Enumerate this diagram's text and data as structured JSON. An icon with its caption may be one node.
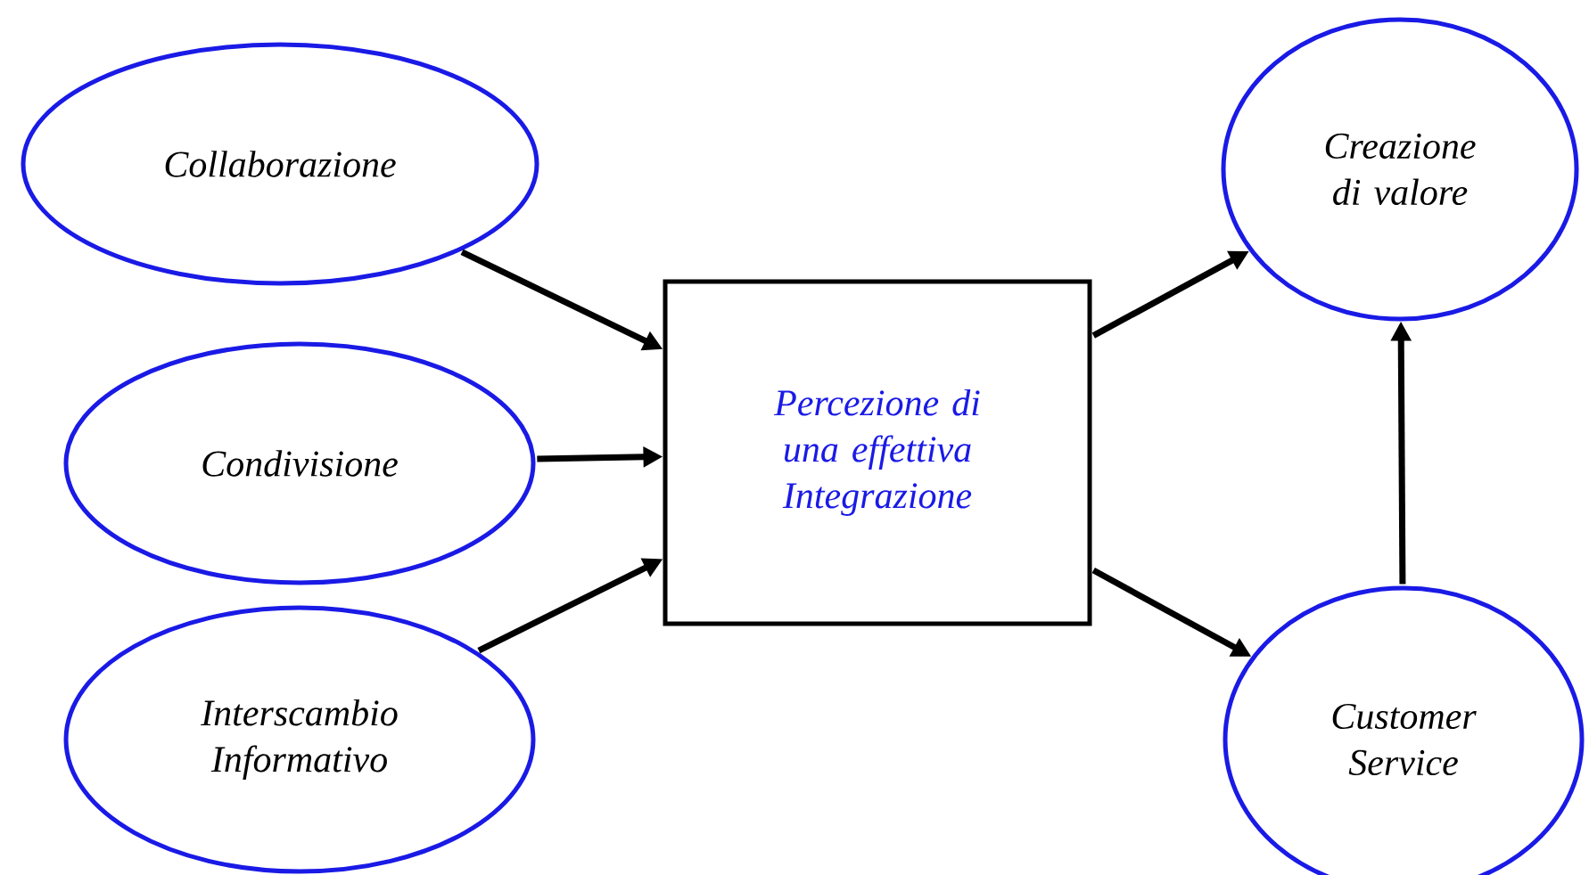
{
  "diagram": {
    "nodes": [
      {
        "text": [
          "Collaborazione"
        ]
      },
      {
        "text": [
          "Condivisione"
        ]
      },
      {
        "text": [
          "Interscambio Informativo"
        ]
      },
      {
        "text": [
          "Percezione di una effettiva Integrazione"
        ]
      },
      {
        "text": [
          "Creazione di valore"
        ]
      },
      {
        "text": [
          "Customer Service"
        ]
      }
    ],
    "edges": [
      {
        "from": 0,
        "to": 3,
        "arrow": "to"
      },
      {
        "from": 1,
        "to": 3,
        "arrow": "to"
      },
      {
        "from": 2,
        "to": 3,
        "arrow": "to"
      },
      {
        "from": 3,
        "to": 4,
        "arrow": "to"
      },
      {
        "from": 3,
        "to": 5,
        "arrow": "to"
      },
      {
        "from": 5,
        "to": 4,
        "arrow": "to"
      }
    ]
  }
}
